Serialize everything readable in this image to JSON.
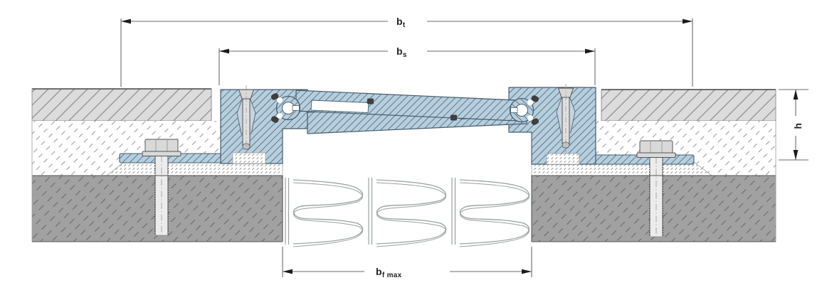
{
  "diagram": {
    "labels": {
      "bt": {
        "main": "b",
        "sub": "t"
      },
      "bs": {
        "main": "b",
        "sub": "s"
      },
      "bf": {
        "main": "b",
        "sub": "f max"
      },
      "h": {
        "main": "h"
      }
    },
    "colors": {
      "profile_fill": "#b7cedf",
      "profile_hatch": "#53707f",
      "finish_layer_fill": "#dcdcdc",
      "bedding_layer_fill": "#ffffff",
      "concrete_fill": "#a1a1a1",
      "seal_dark": "#3f3f3f",
      "dimension_line": "#6b6b6b",
      "outline": "#475d6b",
      "background": "#ffffff"
    }
  }
}
